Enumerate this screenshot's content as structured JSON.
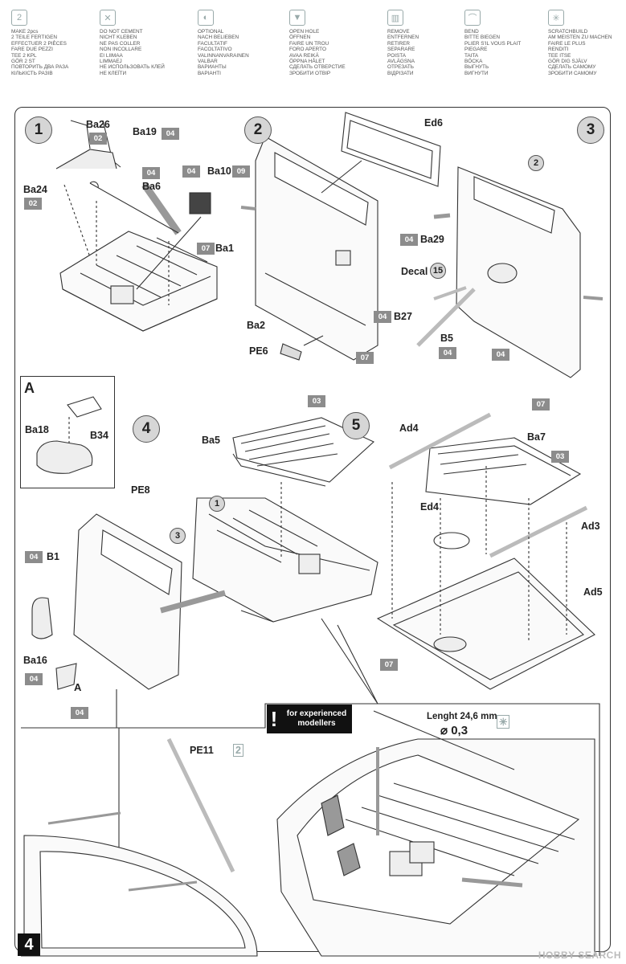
{
  "legend": [
    {
      "icon": "make-two-icon",
      "glyph": "2",
      "text": "MAKE 2pcs\n2 TEILE FERTIGEN\nEFFECTUER 2 PIÈCES\nFARE DUE PEZZI\nTEE 2 KPL\nGÖR 2 ST\nПОВТОРИТЬ ДВА РАЗА\nКІЛЬКІСТЬ РАЗІВ"
    },
    {
      "icon": "do-not-cement-icon",
      "glyph": "✕",
      "text": "DO NOT CEMENT\nNICHT KLEBEN\nNE PAS COLLER\nNON INCOLLARE\nEI LIIMAA\nLIMMAEJ\nНЕ ИСПОЛЬЗОВАТЬ КЛЕЙ\nНЕ КЛЕЇТИ"
    },
    {
      "icon": "optional-icon",
      "glyph": "◐",
      "text": "OPTIONAL\nNACH BELIEBEN\nFACULTATIF\nFACOLTATIVO\nVALINNANVARAINEN\nVALBAR\nВАРИАНТЫ\nВАРІАНТІ"
    },
    {
      "icon": "open-hole-icon",
      "glyph": "▼",
      "text": "OPEN HOLE\nÖFFNEN\nFAIRE UN TROU\nFORO APERTO\nAVAA REIKÄ\nÖPPNA HÅLET\nСДЕЛАТЬ ОТВЕРСТИЕ\nЗРОБИТИ ОТВІР"
    },
    {
      "icon": "remove-icon",
      "glyph": "▥",
      "text": "REMOVE\nENTFERNEN\nRETIRER\nSEPARARE\nPOISTA\nAVLÄGSNA\nОТРЕЗАТЬ\nВІДРІЗАТИ"
    },
    {
      "icon": "bend-icon",
      "glyph": "⌒",
      "text": "BEND\nBITTE BIEGEN\nPLIER S'IL VOUS PLAIT\nPIEGARE\nTAITA\nBÖCKA\nВЫГНУТЬ\nВИГНУТИ"
    },
    {
      "icon": "scratchbuild-icon",
      "glyph": "✳",
      "text": "SCRATCHBUILD\nAM MEISTEN ZU MACHEN\nFAIRE LE PLUS\nRENDITI\nTEE ITSE\nGÖR DIG SJÄLV\nСДЕЛАТЬ САМОМУ\nЗРОБИТИ САМОМУ"
    }
  ],
  "steps": [
    "1",
    "2",
    "3",
    "4",
    "5"
  ],
  "sub_steps": {
    "a_top": "A",
    "a_bottom": "A",
    "ref1": "1",
    "ref2": "2",
    "ref3": "3",
    "decal15": "15"
  },
  "labels": {
    "ba26": "Ba26",
    "ba19": "Ba19",
    "ba24": "Ba24",
    "ba6": "Ba6",
    "ba10": "Ba10",
    "ba1": "Ba1",
    "ed6": "Ed6",
    "ba2": "Ba2",
    "pe6": "PE6",
    "ba29": "Ba29",
    "decal": "Decal",
    "b27": "B27",
    "b5": "B5",
    "ba18": "Ba18",
    "b34": "B34",
    "pe8": "PE8",
    "b1": "B1",
    "ba16": "Ba16",
    "ba5": "Ba5",
    "ad4": "Ad4",
    "ba7": "Ba7",
    "ed4": "Ed4",
    "ad3": "Ad3",
    "ad5": "Ad5",
    "pe11": "PE11",
    "pe11_qty": "2",
    "wire_length": "Lenght 24,6 mm",
    "wire_dia": "⌀ 0,3"
  },
  "color_codes": {
    "c_ba19": "04",
    "c_ba26": "02",
    "c_ba24": "02",
    "c_ba6": "04",
    "c_ba10a": "04",
    "c_ba10b": "09",
    "c_ba1": "07",
    "c_ba2": "07",
    "c_ba29": "04",
    "c_b27": "04",
    "c_b5": "04",
    "c_s3a": "04",
    "c_s3b": "07",
    "c_b1": "04",
    "c_ba16": "04",
    "c_a": "04",
    "c_ba5": "03",
    "c_ba7": "03",
    "c_s5": "07"
  },
  "warning": "for experienced\nmodellers",
  "page_number": "4",
  "watermark": "HOBBY SEARCH",
  "colors": {
    "code_box": "#8c8c8c",
    "step_circle": "#d6d6d6",
    "line": "#333333"
  }
}
